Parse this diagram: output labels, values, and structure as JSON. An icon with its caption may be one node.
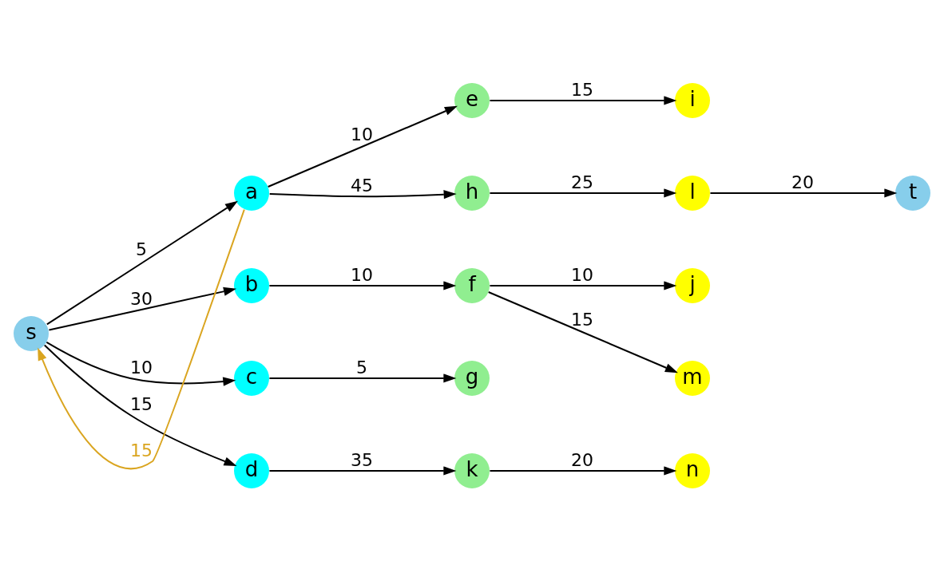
{
  "diagram": {
    "nodes": [
      {
        "text": [
          "s"
        ]
      },
      {
        "text": [
          "a"
        ]
      },
      {
        "text": [
          "b"
        ]
      },
      {
        "text": [
          "c"
        ]
      },
      {
        "text": [
          "d"
        ]
      },
      {
        "text": [
          "e"
        ]
      },
      {
        "text": [
          "f"
        ]
      },
      {
        "text": [
          "g"
        ]
      },
      {
        "text": [
          "h"
        ]
      },
      {
        "text": [
          "i"
        ]
      },
      {
        "text": [
          "j"
        ]
      },
      {
        "text": [
          "k"
        ]
      },
      {
        "text": [
          "l"
        ]
      },
      {
        "text": [
          "m"
        ]
      },
      {
        "text": [
          "n"
        ]
      },
      {
        "text": [
          "t"
        ]
      }
    ],
    "edges": [
      {
        "from": 0,
        "to": 1,
        "arrow": "to",
        "label": "5"
      },
      {
        "from": 0,
        "to": 2,
        "arrow": "to",
        "label": "30"
      },
      {
        "from": 0,
        "to": 3,
        "arrow": "to",
        "label": "10"
      },
      {
        "from": 0,
        "to": 4,
        "arrow": "to",
        "label": "15"
      },
      {
        "from": 1,
        "to": 8,
        "arrow": "to",
        "label": "45"
      },
      {
        "from": 1,
        "to": 5,
        "arrow": "to",
        "label": "10"
      },
      {
        "from": 1,
        "to": 0,
        "arrow": "to",
        "label": "15",
        "color": "#daa520"
      },
      {
        "from": 2,
        "to": 6,
        "arrow": "to",
        "label": "10"
      },
      {
        "from": 3,
        "to": 7,
        "arrow": "to",
        "label": "5"
      },
      {
        "from": 4,
        "to": 11,
        "arrow": "to",
        "label": "35"
      },
      {
        "from": 5,
        "to": 9,
        "arrow": "to",
        "label": "15"
      },
      {
        "from": 6,
        "to": 13,
        "arrow": "to",
        "label": "15"
      },
      {
        "from": 6,
        "to": 10,
        "arrow": "to",
        "label": "10"
      },
      {
        "from": 8,
        "to": 12,
        "arrow": "to",
        "label": "25"
      },
      {
        "from": 11,
        "to": 14,
        "arrow": "to",
        "label": "20"
      },
      {
        "from": 12,
        "to": 15,
        "arrow": "to",
        "label": "20"
      }
    ]
  }
}
